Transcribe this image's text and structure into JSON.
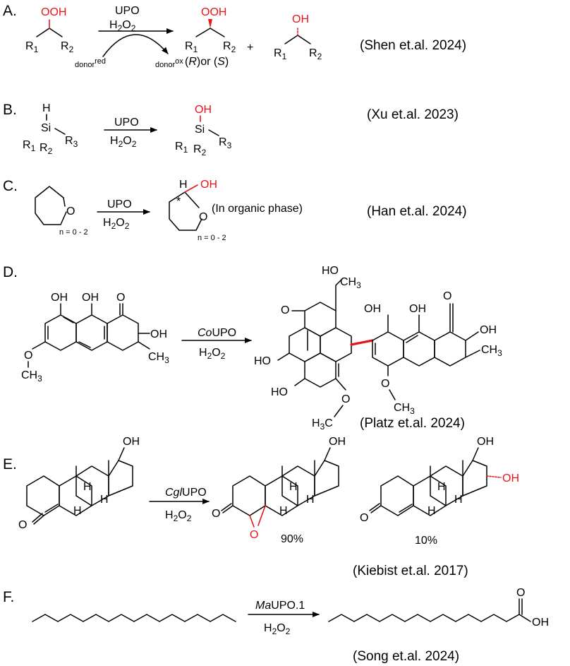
{
  "panels": {
    "a": {
      "label": "A.",
      "enzyme": "UPO",
      "oxidant_main": "H",
      "oxidant_sub": "2",
      "oxidant_o": "O",
      "oxidant_sub2": "2",
      "r1": "R",
      "r1_sub": "1",
      "r2": "R",
      "r2_sub": "2",
      "substrate_group": "OOH",
      "product_group": "OOH",
      "product2_group": "OH",
      "plus": "+",
      "donor": "donor",
      "donor_red": "red",
      "donor_ox": "ox",
      "config_r": "R",
      "config_or": ")or (",
      "config_s": "S",
      "reference": "(Shen et.al. 2024)"
    },
    "b": {
      "label": "B.",
      "enzyme": "UPO",
      "h_atom": "H",
      "si": "Si",
      "oh": "OH",
      "r1": "R",
      "r2": "R",
      "r3": "R",
      "reference": "(Xu et.al. 2023)"
    },
    "c": {
      "label": "C.",
      "enzyme": "UPO",
      "o_atom": "O",
      "h_atom": "H",
      "oh": "OH",
      "star": "*",
      "n_range": "n = 0 - 2",
      "note": "(In organic phase)",
      "reference": "(Han et.al. 2024)"
    },
    "d": {
      "label": "D.",
      "enzyme_italic": "Co",
      "enzyme_rest": "UPO",
      "oh": "OH",
      "o_atom": "O",
      "ch3": "CH",
      "ch3_sub": "3",
      "h3c": "H",
      "h3c_sub": "3",
      "h3c_c": "C",
      "ho": "HO",
      "reference": "(Platz et.al. 2024)"
    },
    "e": {
      "label": "E.",
      "enzyme_italic": "Cgl",
      "enzyme_rest": "UPO",
      "oh": "OH",
      "o_atom": "O",
      "h_atom": "H",
      "yield_epoxide": "90%",
      "yield_diol": "10%",
      "reference": "(Kiebist et.al. 2017)"
    },
    "f": {
      "label": "F.",
      "enzyme_italic": "Ma",
      "enzyme_rest": "UPO.1",
      "o_atom": "O",
      "oh": "OH",
      "reference": "(Song et.al. 2024)"
    }
  },
  "colors": {
    "highlight": "#e8141a",
    "ink": "#000000"
  }
}
